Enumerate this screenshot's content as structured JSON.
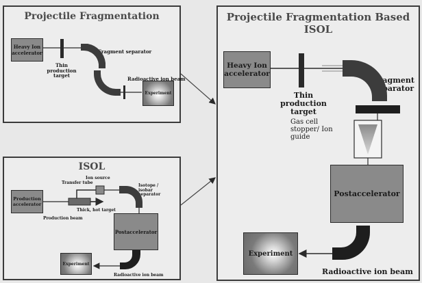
{
  "panel_pf": {
    "title": "Projectile Fragmentation",
    "heavy_ion_accelerator": "Heavy Ion accelerator",
    "thin_production_target": "Thin production target",
    "fragment_separator": "Fragment separator",
    "radioactive_ion_beam": "Radioactive ion beam",
    "experiment": "Experiment"
  },
  "panel_isol": {
    "title": "ISOL",
    "transfer_tube": "Transfer tube",
    "ion_source": "Ion source",
    "isotope_isobar_separator": "Isotope / isobar separator",
    "production_accelerator": "Production accelerator",
    "thick_hot_target": "Thick, hot target",
    "production_beam": "Production beam",
    "postaccelerator": "Postaccelerator",
    "experiment": "Experiment",
    "radioactive_ion_beam": "Radioactive ion beam"
  },
  "panel_pf_isol": {
    "title_line1": "Projectile Fragmentation Based",
    "title_line2": "ISOL",
    "heavy_ion_accelerator": "Heavy Ion accelerator",
    "thin_production_target": "Thin production target",
    "fragment_separator": "Fragment separator",
    "gas_cell": "Gas cell stopper/ Ion guide",
    "postaccelerator": "Postaccelerator",
    "experiment": "Experiment",
    "radioactive_ion_beam": "Radioactive ion beam"
  },
  "colors": {
    "box_fill": "#8a8a8a",
    "separator": "#3c3c3c",
    "experiment_glow": "#ffffff"
  }
}
